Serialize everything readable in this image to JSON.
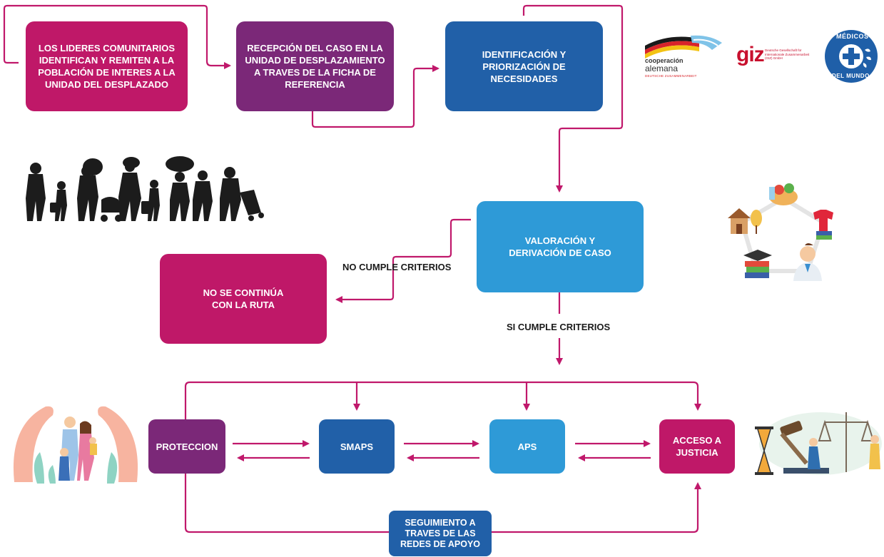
{
  "colors": {
    "magenta": "#bf1868",
    "purple": "#7b2878",
    "dark_blue": "#2160a8",
    "light_blue": "#2e9ad7",
    "connector": "#c0186b"
  },
  "steps": {
    "step1": "LOS LIDERES COMUNITARIOS IDENTIFICAN Y REMITEN A LA POBLACIÓN DE INTERES A LA UNIDAD DEL DESPLAZADO",
    "step2": "RECEPCIÓN DEL CASO EN LA UNIDAD DE DESPLAZAMIENTO A TRAVES DE LA FICHA DE REFERENCIA",
    "step3": "IDENTIFICACIÓN Y PRIORIZACIÓN DE NECESIDADES",
    "step4": "VALORACIÓN Y DERIVACIÓN DE CASO",
    "reject": "NO SE CONTINÚA CON LA RUTA"
  },
  "edge_labels": {
    "no_cumple": "NO CUMPLE CRITERIOS",
    "si_cumple": "SI CUMPLE CRITERIOS"
  },
  "services": {
    "proteccion": "PROTECCION",
    "smaps": "SMAPS",
    "aps": "APS",
    "justicia": "ACCESO A JUSTICIA"
  },
  "follow_up": "SEGUIMIENTO A TRAVES DE LAS REDES DE APOYO",
  "logos": {
    "coop_line1": "cooperación",
    "coop_line2": "alemana",
    "coop_line3": "DEUTSCHE ZUSAMMENARBEIT",
    "giz": "giz",
    "giz_sub": "Deutsche Gesellschaft für Internationale Zusammenarbeit (GIZ) GmbH",
    "mdm_top": "MÉDICOS",
    "mdm_bottom": "DEL MUNDO"
  },
  "icons": [
    "migrants-silhouette",
    "basic-needs-wheel",
    "family-protection",
    "justice-scale"
  ]
}
